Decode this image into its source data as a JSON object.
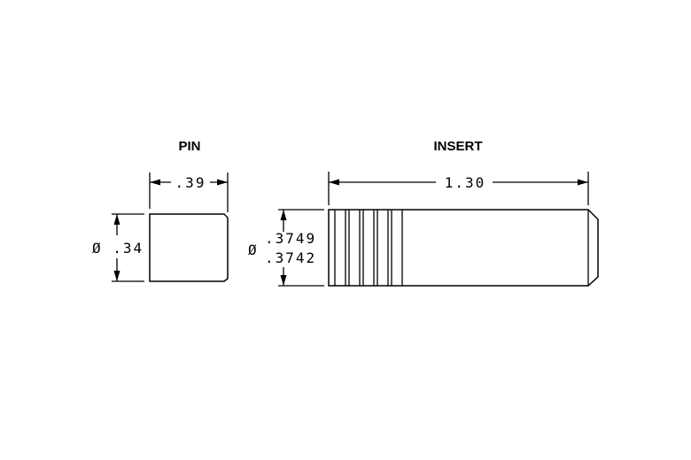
{
  "labels": {
    "pin_title": "PIN",
    "insert_title": "INSERT"
  },
  "dimensions": {
    "pin_length": ".39",
    "pin_diameter": "Ø .34",
    "insert_length": "1.30",
    "insert_diameter_symbol": "Ø",
    "insert_diameter_upper": ".3749",
    "insert_diameter_lower": ".3742"
  }
}
